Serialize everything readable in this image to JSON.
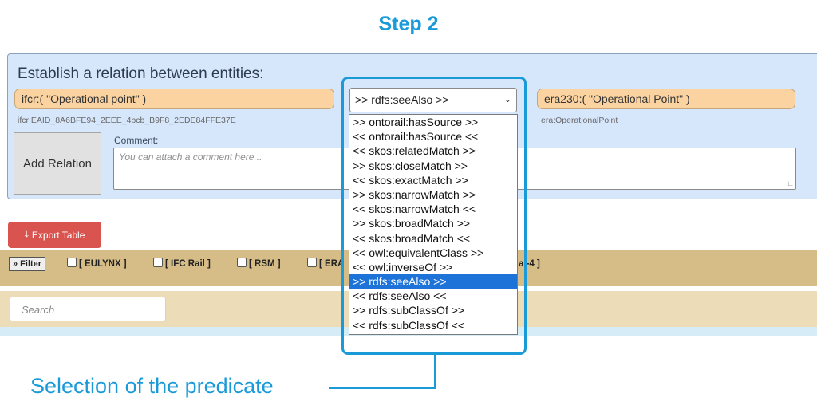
{
  "step_title": "Step 2",
  "relation_panel": {
    "heading": "Establish a relation between entities:",
    "subject": {
      "label": "ifcr:( \"Operational point\" )",
      "id": "ifcr:EAID_8A6BFE94_2EEE_4bcb_B9F8_2EDE84FFE37E"
    },
    "object": {
      "label": "era230:( \"Operational Point\" )",
      "id": "era:OperationalPoint"
    },
    "predicate_selected": ">> rdfs:seeAlso >>",
    "add_relation_label": "Add Relation",
    "comment_label": "Comment:",
    "comment_placeholder": "You can attach a comment here..."
  },
  "predicate_options": [
    ">> ontorail:hasSource >>",
    "<< ontorail:hasSource <<",
    "<< skos:relatedMatch >>",
    ">> skos:closeMatch >>",
    "<< skos:exactMatch >>",
    ">> skos:narrowMatch >>",
    "<< skos:narrowMatch <<",
    ">> skos:broadMatch >>",
    "<< skos:broadMatch <<",
    "<< owl:equivalentClass >>",
    "<< owl:inverseOf >>",
    ">> rdfs:seeAlso >>",
    "<< rdfs:seeAlso <<",
    ">> rdfs:subClassOf >>",
    "<< rdfs:subClassOf <<"
  ],
  "selected_option_index": 11,
  "export_button_label": "Export Table",
  "filter": {
    "button_label": "» Filter",
    "options": [
      "[ EULYNX ]",
      "[ IFC Rail ]",
      "[ RSM ]",
      "[ ERA"
    ],
    "trailing_text": "al-4 ]"
  },
  "search_placeholder": "Search",
  "caption": "Selection of the predicate",
  "colors": {
    "accent": "#1a9bd8",
    "panel": "#d6e6fb",
    "entity": "#fbd3a1",
    "filter_bar": "#d6bd87",
    "export": "#d9534f",
    "selected_option": "#1e73d8"
  },
  "icons": {
    "select_chevron": "chevron-down-icon",
    "export": "download-icon"
  }
}
